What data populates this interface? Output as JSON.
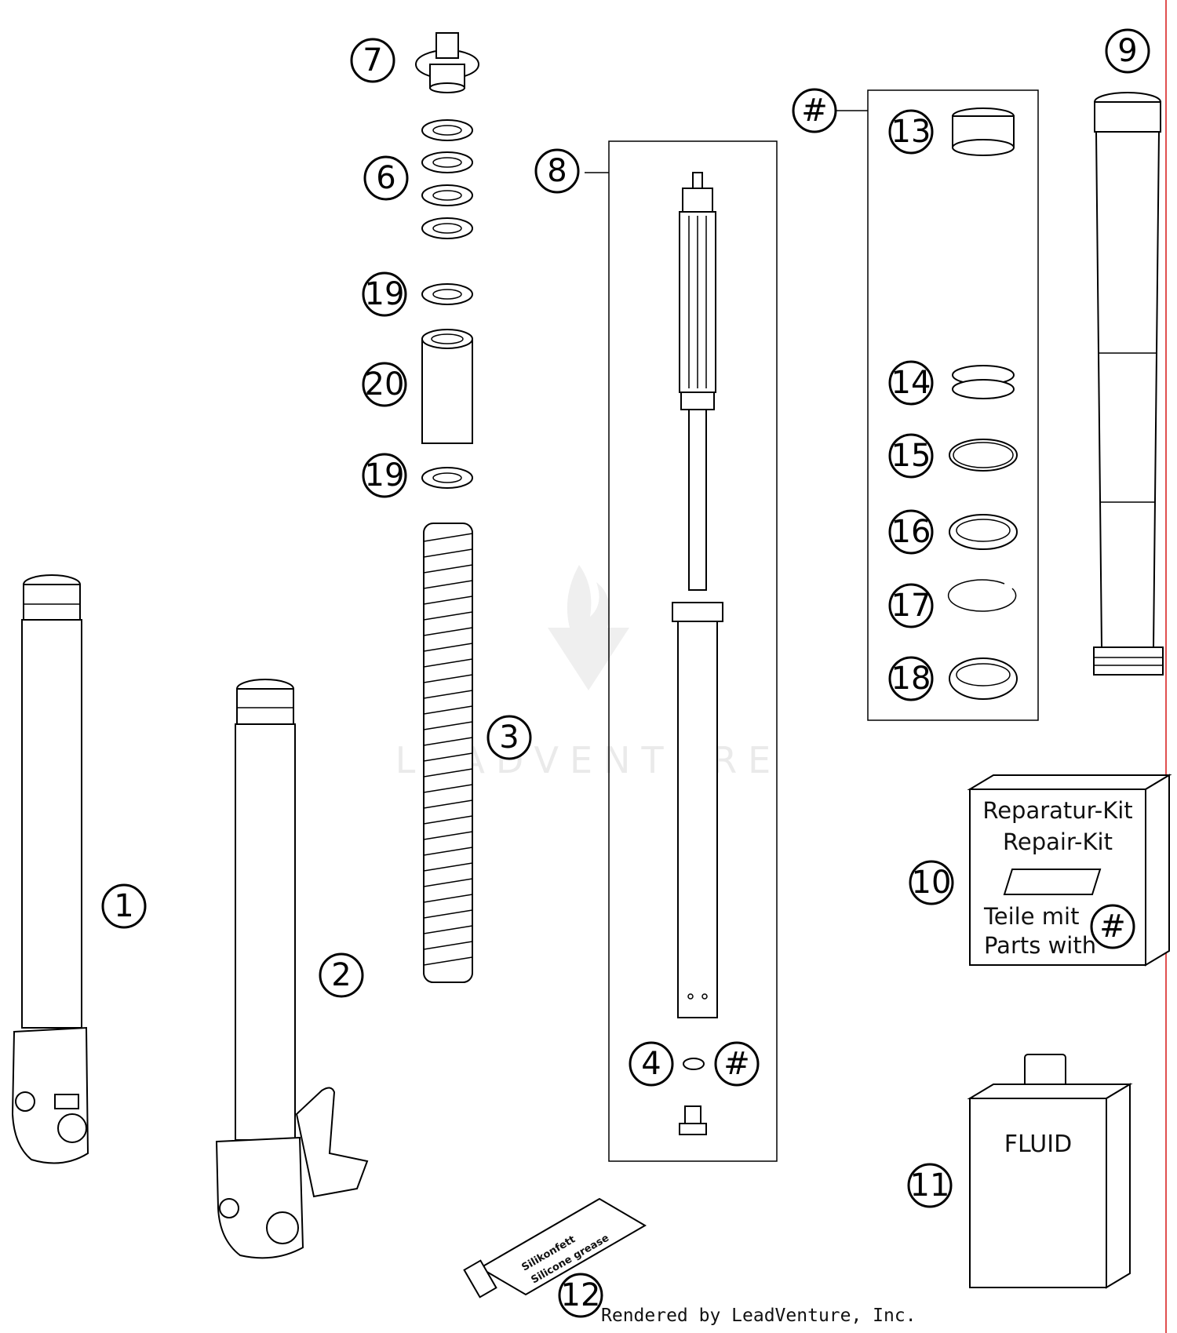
{
  "callouts": {
    "c1": "1",
    "c2": "2",
    "c3": "3",
    "c4": "4",
    "c6": "6",
    "c7": "7",
    "c8": "8",
    "c9": "9",
    "c10": "10",
    "c11": "11",
    "c12": "12",
    "c13": "13",
    "c14": "14",
    "c15": "15",
    "c16": "16",
    "c17": "17",
    "c18": "18",
    "c19a": "19",
    "c19b": "19",
    "c20": "20",
    "hash_kit": "#",
    "hash_valve": "#",
    "hash_box": "#"
  },
  "kit_box": {
    "line1": "Reparatur-Kit",
    "line2": "Repair-Kit",
    "line3": "Teile mit",
    "line4": "Parts with"
  },
  "fluid_label": "FLUID",
  "grease_tube": {
    "line1": "Silikonfett",
    "line2": "Silicone grease"
  },
  "watermark": "LEADVENTURE",
  "footer": "Rendered by LeadVenture, Inc.",
  "colors": {
    "line": "#000000",
    "watermark": "#eaeaea",
    "border_red": "#e05050"
  }
}
